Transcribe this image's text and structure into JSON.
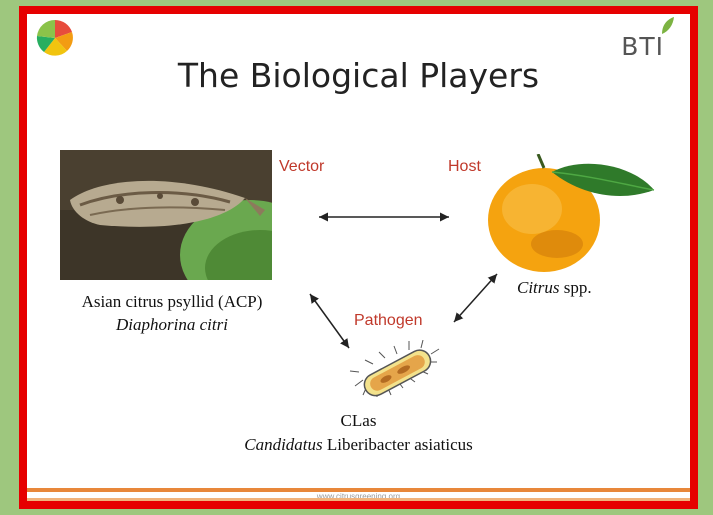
{
  "slide": {
    "title": "The Biological Players",
    "brand": "BTI",
    "vector_label": "Vector",
    "host_label": "Host",
    "pathogen_label": "Pathogen",
    "psyllid_common": "Asian citrus psyllid (ACP)",
    "psyllid_scientific": "Diaphorina citri",
    "citrus_genus": "Citrus",
    "citrus_suffix": "spp.",
    "clas_short": "CLas",
    "clas_genus": "Candidatus",
    "clas_species": "Liberibacter asiaticus",
    "footer_url": "www.citrusgreening.org"
  },
  "colors": {
    "label_red": "#c0392b",
    "frame_red": "#e60000",
    "background_green": "#9ec77e",
    "footer_orange": "#e8873a"
  },
  "icons": [
    "logo-icon",
    "psyllid-photo",
    "citrus-fruit-icon",
    "bacterium-icon",
    "leaf-icon"
  ]
}
